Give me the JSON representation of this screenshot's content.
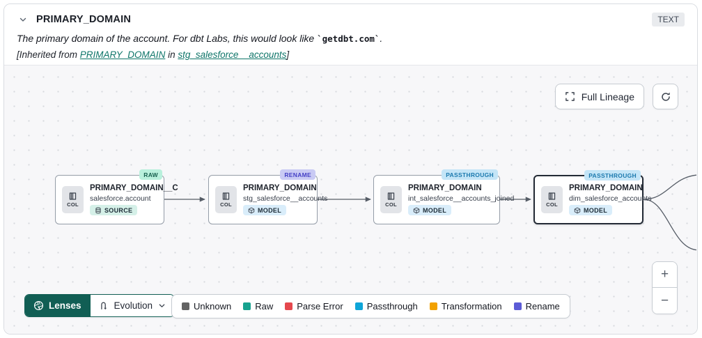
{
  "header": {
    "title": "PRIMARY_DOMAIN",
    "type_badge": "TEXT",
    "description_prefix": "The primary domain of the account. For dbt Labs, this would look like ",
    "description_code": "`getdbt.com`",
    "description_suffix": ".",
    "inherited_prefix": "[Inherited from ",
    "inherited_link1": "PRIMARY_DOMAIN",
    "inherited_mid": " in ",
    "inherited_link2": "stg_salesforce__accounts",
    "inherited_suffix": "]"
  },
  "canvas": {
    "full_lineage_label": "Full Lineage",
    "nodes": [
      {
        "title": "PRIMARY_DOMAIN__C",
        "subtitle": "salesforce.account",
        "resource_type": "SOURCE",
        "evolution_badge": "RAW",
        "col_label": "COL"
      },
      {
        "title": "PRIMARY_DOMAIN",
        "subtitle": "stg_salesforce__accounts",
        "resource_type": "MODEL",
        "evolution_badge": "RENAME",
        "col_label": "COL"
      },
      {
        "title": "PRIMARY_DOMAIN",
        "subtitle": "int_salesforce__accounts_joined",
        "resource_type": "MODEL",
        "evolution_badge": "PASSTHROUGH",
        "col_label": "COL"
      },
      {
        "title": "PRIMARY_DOMAIN",
        "subtitle": "dim_salesforce_accounts",
        "resource_type": "MODEL",
        "evolution_badge": "PASSTHROUGH",
        "col_label": "COL",
        "selected": "true"
      }
    ]
  },
  "footer": {
    "lenses_label": "Lenses",
    "lens_selected": "Evolution",
    "legend": [
      {
        "label": "Unknown",
        "color": "#636363"
      },
      {
        "label": "Raw",
        "color": "#17A28F"
      },
      {
        "label": "Parse Error",
        "color": "#E5484D"
      },
      {
        "label": "Passthrough",
        "color": "#0EA5D8"
      },
      {
        "label": "Transformation",
        "color": "#F2A100"
      },
      {
        "label": "Rename",
        "color": "#5B5BD6"
      }
    ],
    "zoom_in": "+",
    "zoom_out": "−"
  }
}
